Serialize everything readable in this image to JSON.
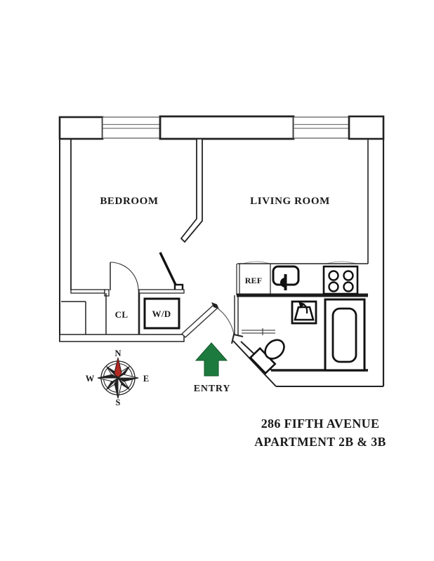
{
  "document": {
    "type": "floor-plan",
    "background_color": "#ffffff",
    "line_color": "#222222"
  },
  "rooms": {
    "bedroom": "BEDROOM",
    "living_room": "LIVING ROOM",
    "closet": "CL",
    "washer_dryer": "W/D",
    "refrigerator": "REF"
  },
  "entry": {
    "label": "ENTRY",
    "arrow_color": "#1d7a3e"
  },
  "compass": {
    "north": "N",
    "south": "S",
    "east": "E",
    "west": "W",
    "needle_color": "#b22a23"
  },
  "title": {
    "line1": "286 FIFTH AVENUE",
    "line2": "APARTMENT 2B & 3B"
  }
}
